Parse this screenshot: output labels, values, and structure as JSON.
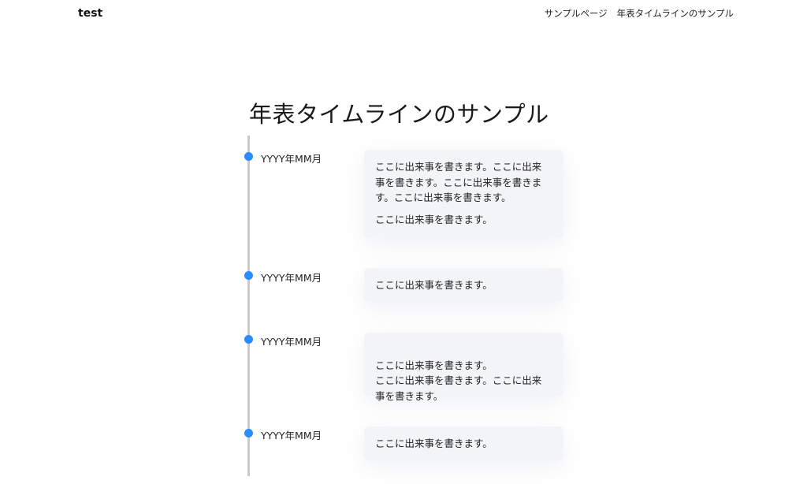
{
  "header": {
    "brand": "test",
    "nav": [
      {
        "label": "サンプルページ"
      },
      {
        "label": "年表タイムラインのサンプル"
      }
    ]
  },
  "page": {
    "title": "年表タイムラインのサンプル"
  },
  "timeline": {
    "accent_color": "#2b8cff",
    "line_color": "#c9c9c9",
    "items": [
      {
        "date": "YYYY年MM月",
        "paragraphs": [
          "ここに出来事を書きます。ここに出来事を書きます。ここに出来事を書きます。ここに出来事を書きます。",
          "ここに出来事を書きます。"
        ]
      },
      {
        "date": "YYYY年MM月",
        "paragraphs": [
          "ここに出来事を書きます。"
        ]
      },
      {
        "date": "YYYY年MM月",
        "paragraphs": [
          "ここに出来事を書きます。\nここに出来事を書きます。ここに出来事を書きます。"
        ]
      },
      {
        "date": "YYYY年MM月",
        "paragraphs": [
          "ここに出来事を書きます。"
        ]
      }
    ]
  }
}
